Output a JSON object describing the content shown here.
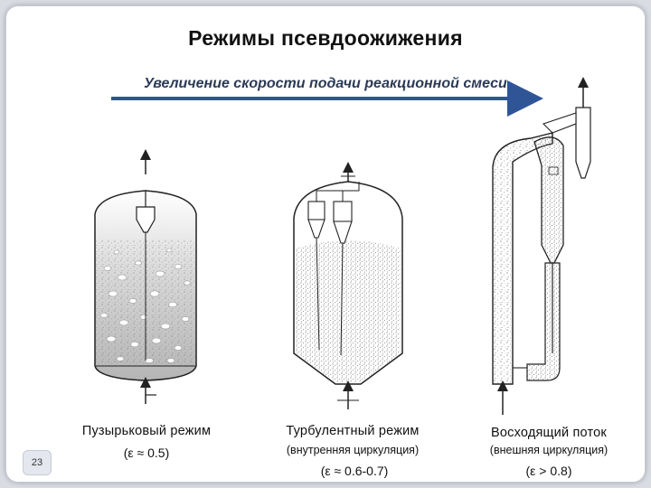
{
  "slide": {
    "title": "Режимы псевдоожижения",
    "subtitle": "Увеличение скорости подачи реакционной смеси",
    "page_number": "23"
  },
  "regimes": [
    {
      "name": "Пузырьковый режим",
      "note": "",
      "eps": "(ε ≈ 0.5)"
    },
    {
      "name": "Турбулентный режим",
      "note": "(внутренняя циркуляция)",
      "eps": "(ε ≈ 0.6-0.7)"
    },
    {
      "name": "Восходящий поток",
      "note": "(внешняя циркуляция)",
      "eps": "(ε > 0.8)"
    }
  ],
  "colors": {
    "arrow": "#2f5597",
    "outline": "#222222",
    "particles": "#8a8a8a"
  }
}
